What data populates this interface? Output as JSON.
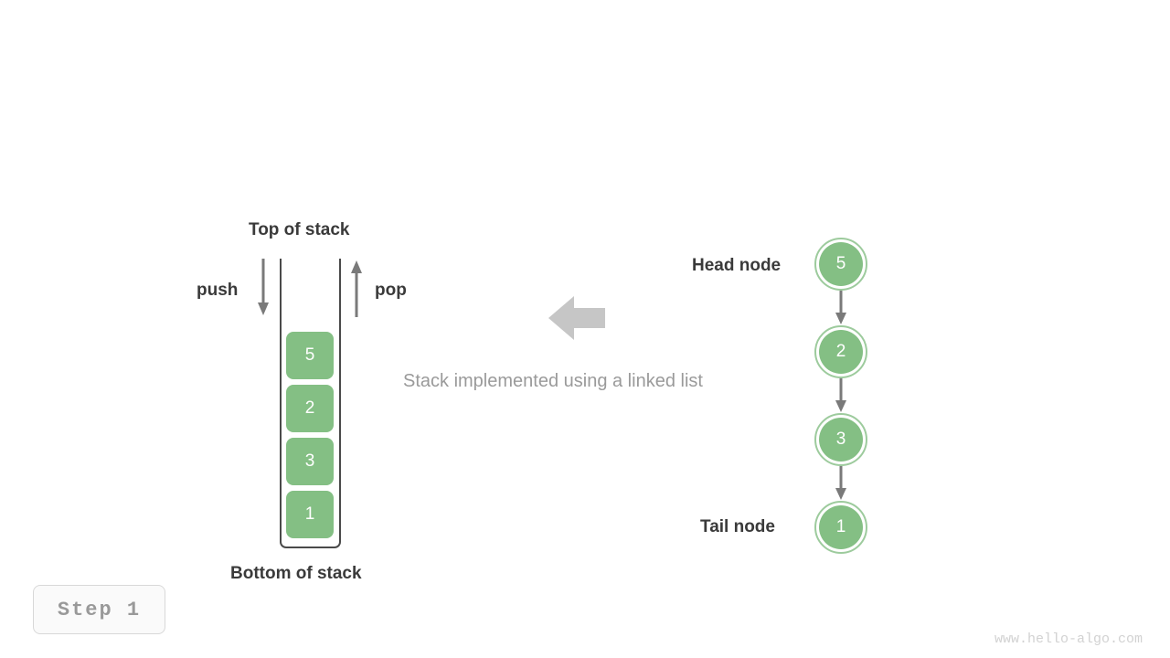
{
  "diagram": {
    "caption": "Stack implemented using a linked list",
    "step_badge": "Step  1",
    "watermark": "www.hello-algo.com",
    "colors": {
      "node_fill": "#84bf84",
      "node_ring": "#9dcb9d",
      "block_fill": "#84bf84",
      "arrow_gray": "#7a7a7a",
      "transform_arrow": "#c6c6c6",
      "text_dark": "#3a3a3a",
      "text_muted": "#9a9a9a",
      "background": "#ffffff"
    }
  },
  "stack": {
    "top_label": "Top of stack",
    "bottom_label": "Bottom of stack",
    "push_label": "push",
    "pop_label": "pop",
    "push_icon": "arrow-down-icon",
    "pop_icon": "arrow-up-icon",
    "elements": [
      {
        "value": "5"
      },
      {
        "value": "2"
      },
      {
        "value": "3"
      },
      {
        "value": "1"
      }
    ]
  },
  "transform": {
    "icon": "arrow-left-icon"
  },
  "linked_list": {
    "head_label": "Head node",
    "tail_label": "Tail node",
    "nodes": [
      {
        "value": "5"
      },
      {
        "value": "2"
      },
      {
        "value": "3"
      },
      {
        "value": "1"
      }
    ],
    "link_icon": "arrow-down-icon"
  }
}
